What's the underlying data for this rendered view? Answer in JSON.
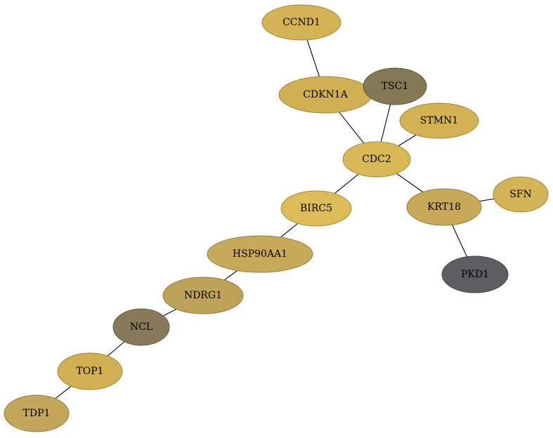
{
  "nodes": [
    {
      "id": "CCND1",
      "label": "CCND1",
      "color": "#d4b355"
    },
    {
      "id": "CDKN1A",
      "label": "CDKN1A",
      "color": "#d1b052"
    },
    {
      "id": "TSC1",
      "label": "TSC1",
      "color": "#857856"
    },
    {
      "id": "STMN1",
      "label": "STMN1",
      "color": "#d3b254"
    },
    {
      "id": "CDC2",
      "label": "CDC2",
      "color": "#d9b857"
    },
    {
      "id": "SFN",
      "label": "SFN",
      "color": "#d3b456"
    },
    {
      "id": "BIRC5",
      "label": "BIRC5",
      "color": "#dcbb59"
    },
    {
      "id": "KRT18",
      "label": "KRT18",
      "color": "#c8a959"
    },
    {
      "id": "HSP90AA1",
      "label": "HSP90AA1",
      "color": "#c6aa5a"
    },
    {
      "id": "PKD1",
      "label": "PKD1",
      "color": "#5e5e60"
    },
    {
      "id": "NDRG1",
      "label": "NDRG1",
      "color": "#bfa25a"
    },
    {
      "id": "NCL",
      "label": "NCL",
      "color": "#877a5a"
    },
    {
      "id": "TOP1",
      "label": "TOP1",
      "color": "#d1b053"
    },
    {
      "id": "TDP1",
      "label": "TDP1",
      "color": "#c3a65a"
    }
  ],
  "edges": [
    [
      "CCND1",
      "CDKN1A"
    ],
    [
      "CDKN1A",
      "CDC2"
    ],
    [
      "TSC1",
      "CDC2"
    ],
    [
      "STMN1",
      "CDC2"
    ],
    [
      "CDC2",
      "BIRC5"
    ],
    [
      "CDC2",
      "KRT18"
    ],
    [
      "KRT18",
      "SFN"
    ],
    [
      "KRT18",
      "PKD1"
    ],
    [
      "BIRC5",
      "HSP90AA1"
    ],
    [
      "HSP90AA1",
      "NDRG1"
    ],
    [
      "NDRG1",
      "NCL"
    ],
    [
      "NCL",
      "TOP1"
    ],
    [
      "TOP1",
      "TDP1"
    ]
  ]
}
